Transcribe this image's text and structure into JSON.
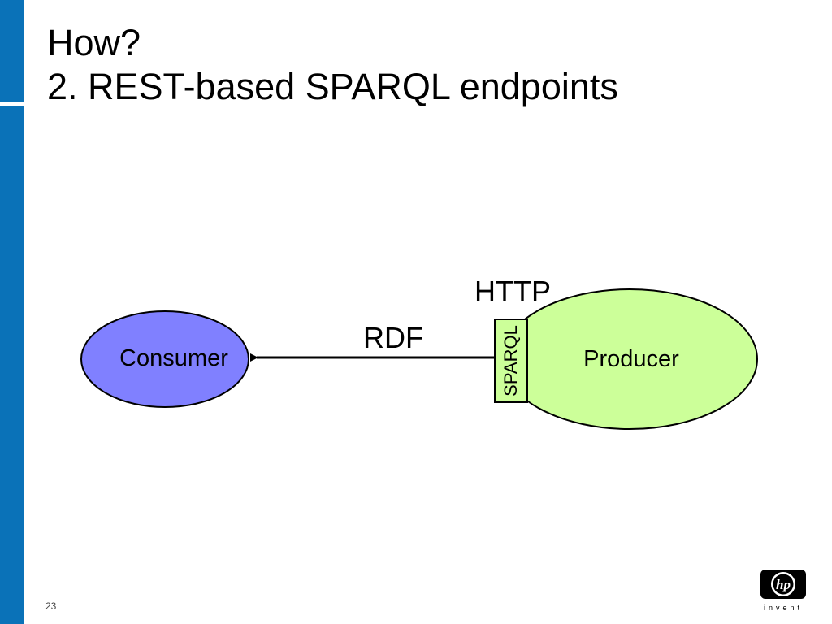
{
  "title": {
    "line1": "How?",
    "line2": "2. REST-based SPARQL endpoints"
  },
  "diagram": {
    "consumer_label": "Consumer",
    "producer_label": "Producer",
    "endpoint_label": "SPARQL",
    "protocol_label": "HTTP",
    "payload_label": "RDF",
    "colors": {
      "consumer_fill": "#8080ff",
      "producer_fill": "#ccff99",
      "endpoint_fill": "#ccff99",
      "outline": "#000000"
    }
  },
  "footer": {
    "slide_number": "23",
    "logo_text": "invent",
    "logo_mark": "hp"
  },
  "theme": {
    "accent_bar": "#0a72b8"
  }
}
